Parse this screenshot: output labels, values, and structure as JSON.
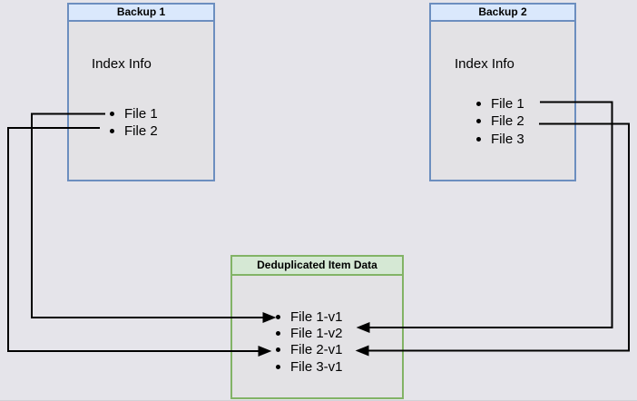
{
  "diagram": {
    "backup1": {
      "title": "Backup 1",
      "subtitle": "Index Info",
      "items": [
        "File 1",
        "File 2"
      ]
    },
    "backup2": {
      "title": "Backup 2",
      "subtitle": "Index Info",
      "items": [
        "File 1",
        "File 2",
        "File 3"
      ]
    },
    "dedup": {
      "title": "Deduplicated Item Data",
      "items": [
        "File 1-v1",
        "File 1-v2",
        "File 2-v1",
        "File 3-v1"
      ]
    }
  },
  "connections": [
    {
      "from": "Backup 1 / File 1",
      "to": "File 1-v1",
      "route": "left"
    },
    {
      "from": "Backup 1 / File 2",
      "to": "File 2-v1",
      "route": "left"
    },
    {
      "from": "Backup 2 / File 1",
      "to": "File 1-v2",
      "route": "right"
    },
    {
      "from": "Backup 2 / File 2",
      "to": "File 2-v1",
      "route": "right"
    }
  ],
  "colors": {
    "page_bg": "#e5e4ea",
    "box_fill": "#e3e2e5",
    "blue_fill": "#dae8fc",
    "blue_border": "#6c8ebf",
    "green_fill": "#d5e8d4",
    "green_border": "#82b366",
    "arrow": "#000000",
    "text": "#000000"
  }
}
